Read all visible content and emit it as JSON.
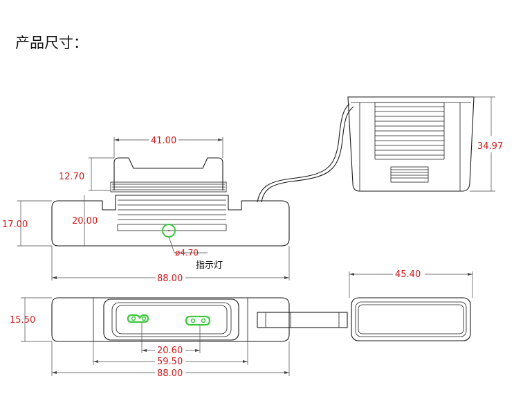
{
  "title": "产品尺寸：",
  "dimensions": {
    "top_width": "41.00",
    "top_height": "12.70",
    "body_height": "17.00",
    "inner_height": "20.00",
    "led_diameter": "ø4.70",
    "led_label": "指示灯",
    "body_width_front": "88.00",
    "module_height": "34.97",
    "module_width": "45.40",
    "bottom_height": "15.50",
    "pin_spacing": "20.60",
    "inner_width": "59.50",
    "body_width_bottom": "88.00"
  },
  "colors": {
    "dimension_text": "#d11a1a",
    "highlight": "#3cc83c",
    "outline": "#1a1a1a"
  }
}
